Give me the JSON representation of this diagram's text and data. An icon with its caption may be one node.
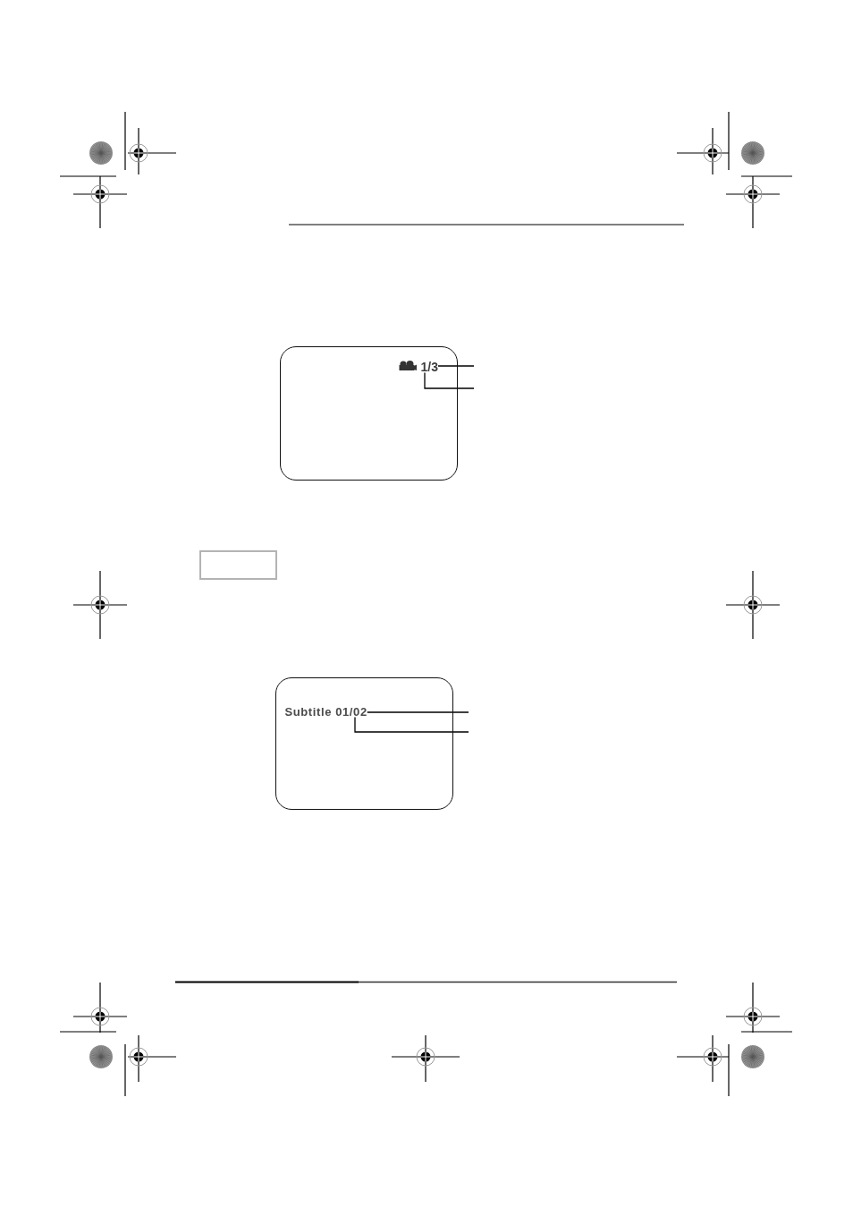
{
  "diagram": {
    "nodes": [
      {
        "text": [],
        "shape": "box"
      },
      {
        "text": [
          "1/3"
        ],
        "in": 0
      },
      {
        "text": [],
        "shape": "box"
      },
      {
        "text": [],
        "shape": "box"
      },
      {
        "text": [
          "Subtitle 01/02"
        ],
        "in": 3
      }
    ],
    "edges": [
      {
        "from": null,
        "to": 1,
        "arrow": "none"
      },
      {
        "from": null,
        "to": 1,
        "arrow": "none"
      },
      {
        "from": null,
        "to": 4,
        "arrow": "none"
      },
      {
        "from": null,
        "to": 4,
        "arrow": "none"
      }
    ]
  }
}
